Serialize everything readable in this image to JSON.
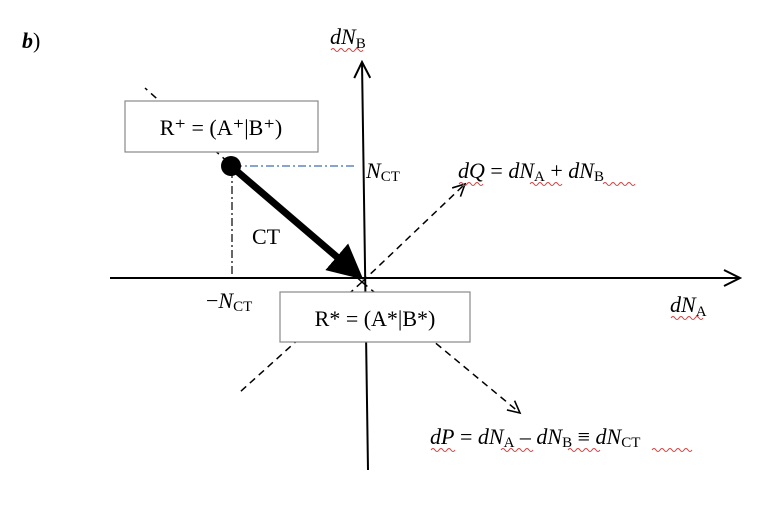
{
  "panel_label": {
    "letter": "b",
    "paren": ")"
  },
  "axes": {
    "y": {
      "d": "dN",
      "sub": "B"
    },
    "x": {
      "d": "dN",
      "sub": "A"
    }
  },
  "ticks": {
    "n_ct_pos": {
      "N": "N",
      "sub": "CT"
    },
    "n_ct_neg": {
      "minus": "−",
      "N": "N",
      "sub": "CT"
    }
  },
  "boxes": {
    "r_plus": {
      "text": "R⁺ = (A⁺|B⁺)"
    },
    "r_star": {
      "text": "R* = (A*|B*)"
    }
  },
  "arrow_label": "CT",
  "equations": {
    "dq": {
      "lhs": "dQ",
      "eq": " = ",
      "t1": "dN",
      "t1sub": "A",
      "op": " + ",
      "t2": "dN",
      "t2sub": "B"
    },
    "dp": {
      "lhs": "dP",
      "eq": " = ",
      "t1": "dN",
      "t1sub": "A",
      "op": " – ",
      "t2": "dN",
      "t2sub": "B",
      "equiv": " ≡ ",
      "t3": "dN",
      "t3sub": "CT"
    }
  }
}
